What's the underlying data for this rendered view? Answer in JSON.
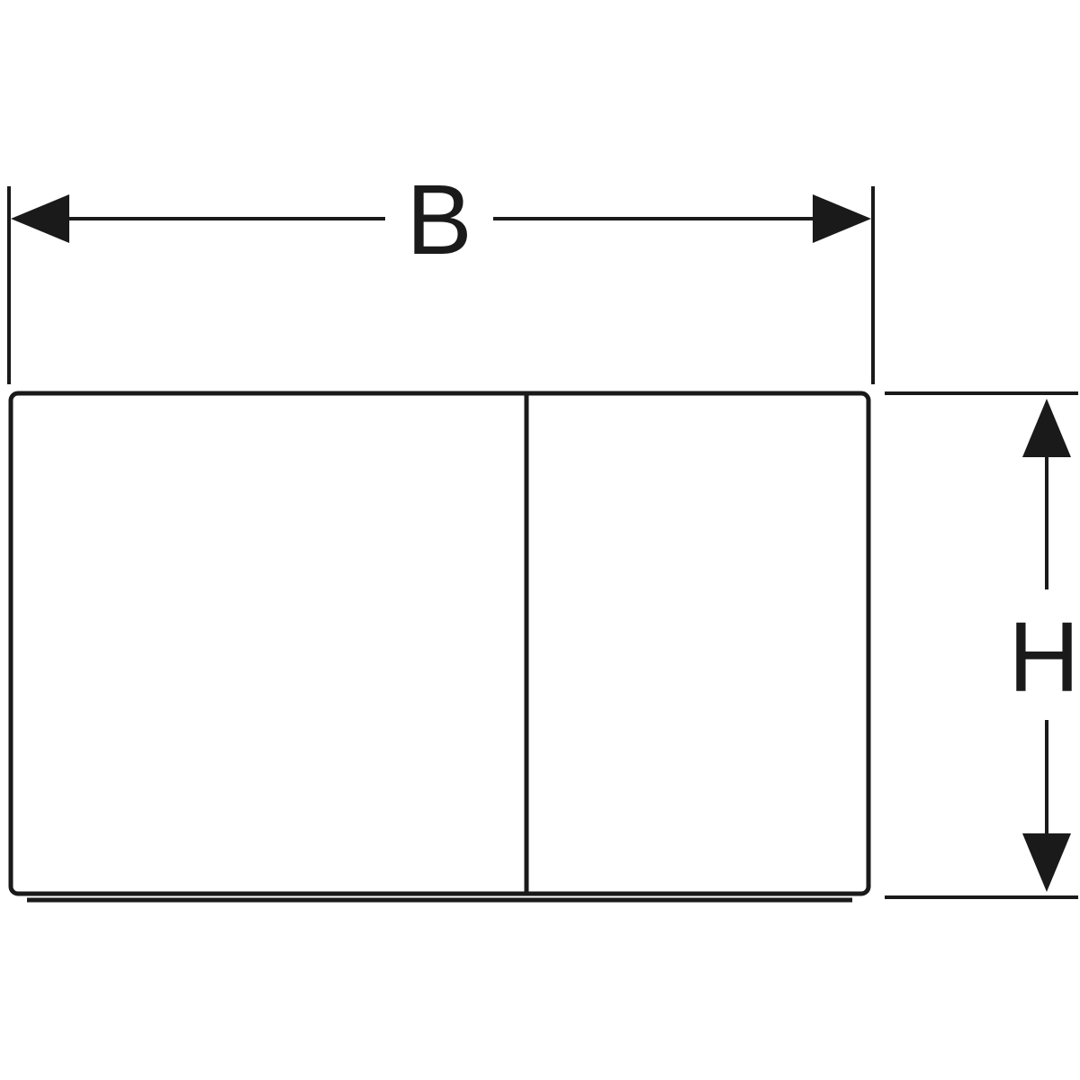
{
  "diagram": {
    "type": "technical-dimension-drawing",
    "subject": "two-button-flush-plate-front-view",
    "width_label": "B",
    "height_label": "H",
    "line_color": "#1a1a1a",
    "background_color": "#ffffff"
  }
}
